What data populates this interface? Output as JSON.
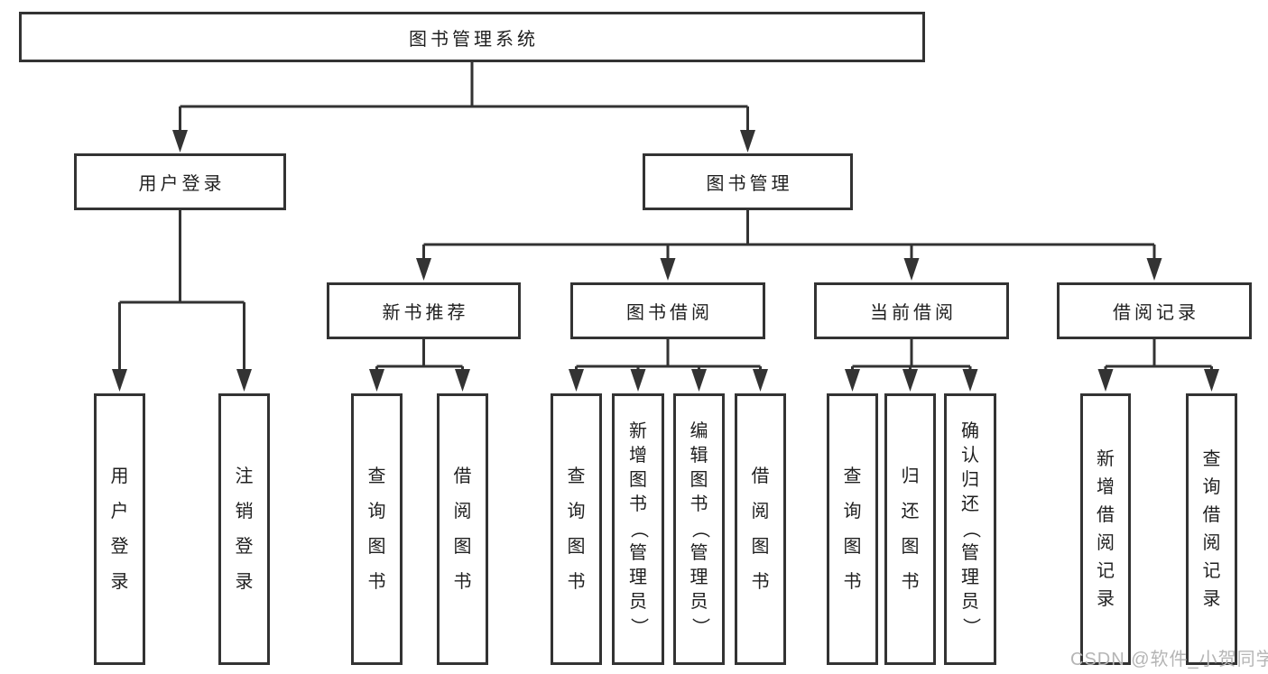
{
  "diagram": {
    "tree": {
      "root": "图书管理系统",
      "children": [
        {
          "label": "用户登录",
          "children": [
            {
              "label": "用户登录"
            },
            {
              "label": "注销登录"
            }
          ]
        },
        {
          "label": "图书管理",
          "children": [
            {
              "label": "新书推荐",
              "children": [
                {
                  "label": "查询图书"
                },
                {
                  "label": "借阅图书"
                }
              ]
            },
            {
              "label": "图书借阅",
              "children": [
                {
                  "label": "查询图书"
                },
                {
                  "label": "新增图书（管理员）"
                },
                {
                  "label": "编辑图书（管理员）"
                },
                {
                  "label": "借阅图书"
                }
              ]
            },
            {
              "label": "当前借阅",
              "children": [
                {
                  "label": "查询图书"
                },
                {
                  "label": "归还图书"
                },
                {
                  "label": "确认归还（管理员）"
                }
              ]
            },
            {
              "label": "借阅记录",
              "children": [
                {
                  "label": "新增借阅记录"
                },
                {
                  "label": "查询借阅记录"
                }
              ]
            }
          ]
        }
      ]
    },
    "watermark": {
      "text": "CSDN @软件_小贺同学"
    },
    "colors": {
      "line": "#333333",
      "text": "#1f1f1f",
      "background": "#ffffff",
      "watermark": "#b5b5b5"
    }
  }
}
